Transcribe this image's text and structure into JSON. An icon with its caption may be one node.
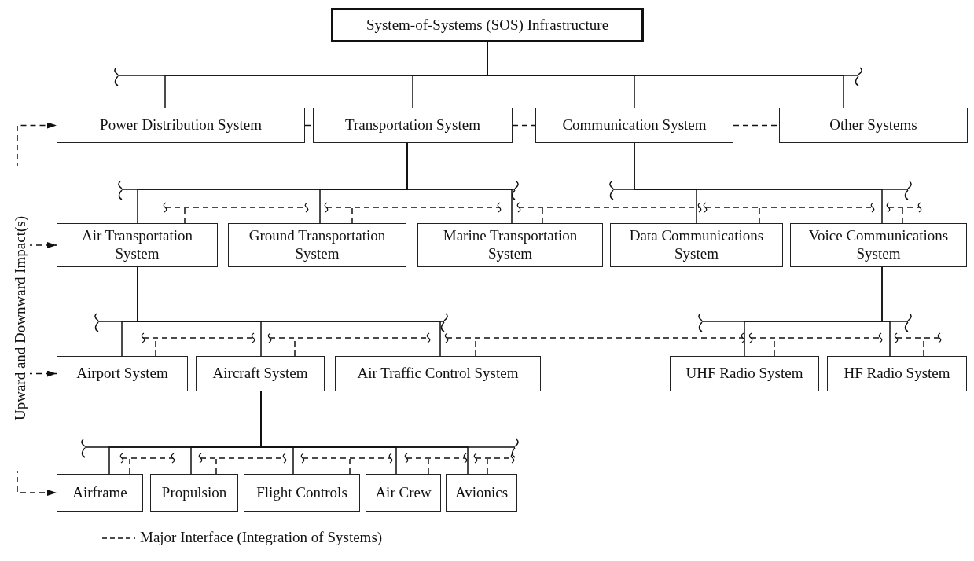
{
  "diagram": {
    "nodes": [
      {
        "text": [
          "System-of-Systems (SOS) Infrastructure"
        ]
      },
      {
        "text": [
          "Power Distribution System"
        ]
      },
      {
        "text": [
          "Transportation System"
        ]
      },
      {
        "text": [
          "Communication System"
        ]
      },
      {
        "text": [
          "Other Systems"
        ]
      },
      {
        "text": [
          "Air Transportation System"
        ]
      },
      {
        "text": [
          "Ground Transportation System"
        ]
      },
      {
        "text": [
          "Marine Transportation System"
        ]
      },
      {
        "text": [
          "Data Communications System"
        ]
      },
      {
        "text": [
          "Voice Communications System"
        ]
      },
      {
        "text": [
          "Airport System"
        ]
      },
      {
        "text": [
          "Aircraft System"
        ]
      },
      {
        "text": [
          "Air Traffic Control System"
        ]
      },
      {
        "text": [
          "UHF Radio System"
        ]
      },
      {
        "text": [
          "HF Radio System"
        ]
      },
      {
        "text": [
          "Airframe"
        ]
      },
      {
        "text": [
          "Propulsion"
        ]
      },
      {
        "text": [
          "Flight Controls"
        ]
      },
      {
        "text": [
          "Air Crew"
        ]
      },
      {
        "text": [
          "Avionics"
        ]
      },
      {
        "text": [
          "Upward and Downward Impact(s)"
        ]
      }
    ],
    "edges": [
      {
        "from": 0,
        "to": 1,
        "arrow": "none"
      },
      {
        "from": 0,
        "to": 2,
        "arrow": "none"
      },
      {
        "from": 0,
        "to": 3,
        "arrow": "none"
      },
      {
        "from": 0,
        "to": 4,
        "arrow": "none"
      },
      {
        "from": 1,
        "to": 2,
        "arrow": "none",
        "style": "dashed"
      },
      {
        "from": 2,
        "to": 3,
        "arrow": "none",
        "style": "dashed"
      },
      {
        "from": 3,
        "to": 4,
        "arrow": "none",
        "style": "dashed"
      },
      {
        "from": 2,
        "to": 5,
        "arrow": "none"
      },
      {
        "from": 2,
        "to": 6,
        "arrow": "none"
      },
      {
        "from": 2,
        "to": 7,
        "arrow": "none"
      },
      {
        "from": 3,
        "to": 8,
        "arrow": "none"
      },
      {
        "from": 3,
        "to": 9,
        "arrow": "none"
      },
      {
        "from": 5,
        "to": 10,
        "arrow": "none"
      },
      {
        "from": 5,
        "to": 11,
        "arrow": "none"
      },
      {
        "from": 5,
        "to": 12,
        "arrow": "none"
      },
      {
        "from": 9,
        "to": 13,
        "arrow": "none"
      },
      {
        "from": 9,
        "to": 14,
        "arrow": "none"
      },
      {
        "from": 11,
        "to": 15,
        "arrow": "none"
      },
      {
        "from": 11,
        "to": 16,
        "arrow": "none"
      },
      {
        "from": 11,
        "to": 17,
        "arrow": "none"
      },
      {
        "from": 11,
        "to": 18,
        "arrow": "none"
      },
      {
        "from": 11,
        "to": 19,
        "arrow": "none"
      },
      {
        "from": 5,
        "to": null,
        "arrow": "none",
        "style": "dashed"
      },
      {
        "from": 6,
        "to": null,
        "arrow": "none",
        "style": "dashed"
      },
      {
        "from": 7,
        "to": null,
        "arrow": "none",
        "style": "dashed"
      },
      {
        "from": 8,
        "to": null,
        "arrow": "none",
        "style": "dashed"
      },
      {
        "from": 9,
        "to": null,
        "arrow": "none",
        "style": "dashed"
      },
      {
        "from": 10,
        "to": null,
        "arrow": "none",
        "style": "dashed"
      },
      {
        "from": 11,
        "to": null,
        "arrow": "none",
        "style": "dashed"
      },
      {
        "from": 12,
        "to": null,
        "arrow": "none",
        "style": "dashed"
      },
      {
        "from": 13,
        "to": null,
        "arrow": "none",
        "style": "dashed"
      },
      {
        "from": 14,
        "to": null,
        "arrow": "none",
        "style": "dashed"
      },
      {
        "from": 15,
        "to": null,
        "arrow": "none",
        "style": "dashed"
      },
      {
        "from": 16,
        "to": null,
        "arrow": "none",
        "style": "dashed"
      },
      {
        "from": 17,
        "to": null,
        "arrow": "none",
        "style": "dashed"
      },
      {
        "from": 18,
        "to": null,
        "arrow": "none",
        "style": "dashed"
      },
      {
        "from": 19,
        "to": null,
        "arrow": "none",
        "style": "dashed"
      },
      {
        "from": 20,
        "to": 1,
        "arrow": "to",
        "style": "dashed"
      },
      {
        "from": 20,
        "to": 5,
        "arrow": "to",
        "style": "dashed"
      },
      {
        "from": 20,
        "to": 10,
        "arrow": "to",
        "style": "dashed"
      },
      {
        "from": 20,
        "to": 15,
        "arrow": "to",
        "style": "dashed"
      }
    ],
    "legend": [
      {
        "text": "Major Interface (Integration of Systems)"
      }
    ]
  }
}
